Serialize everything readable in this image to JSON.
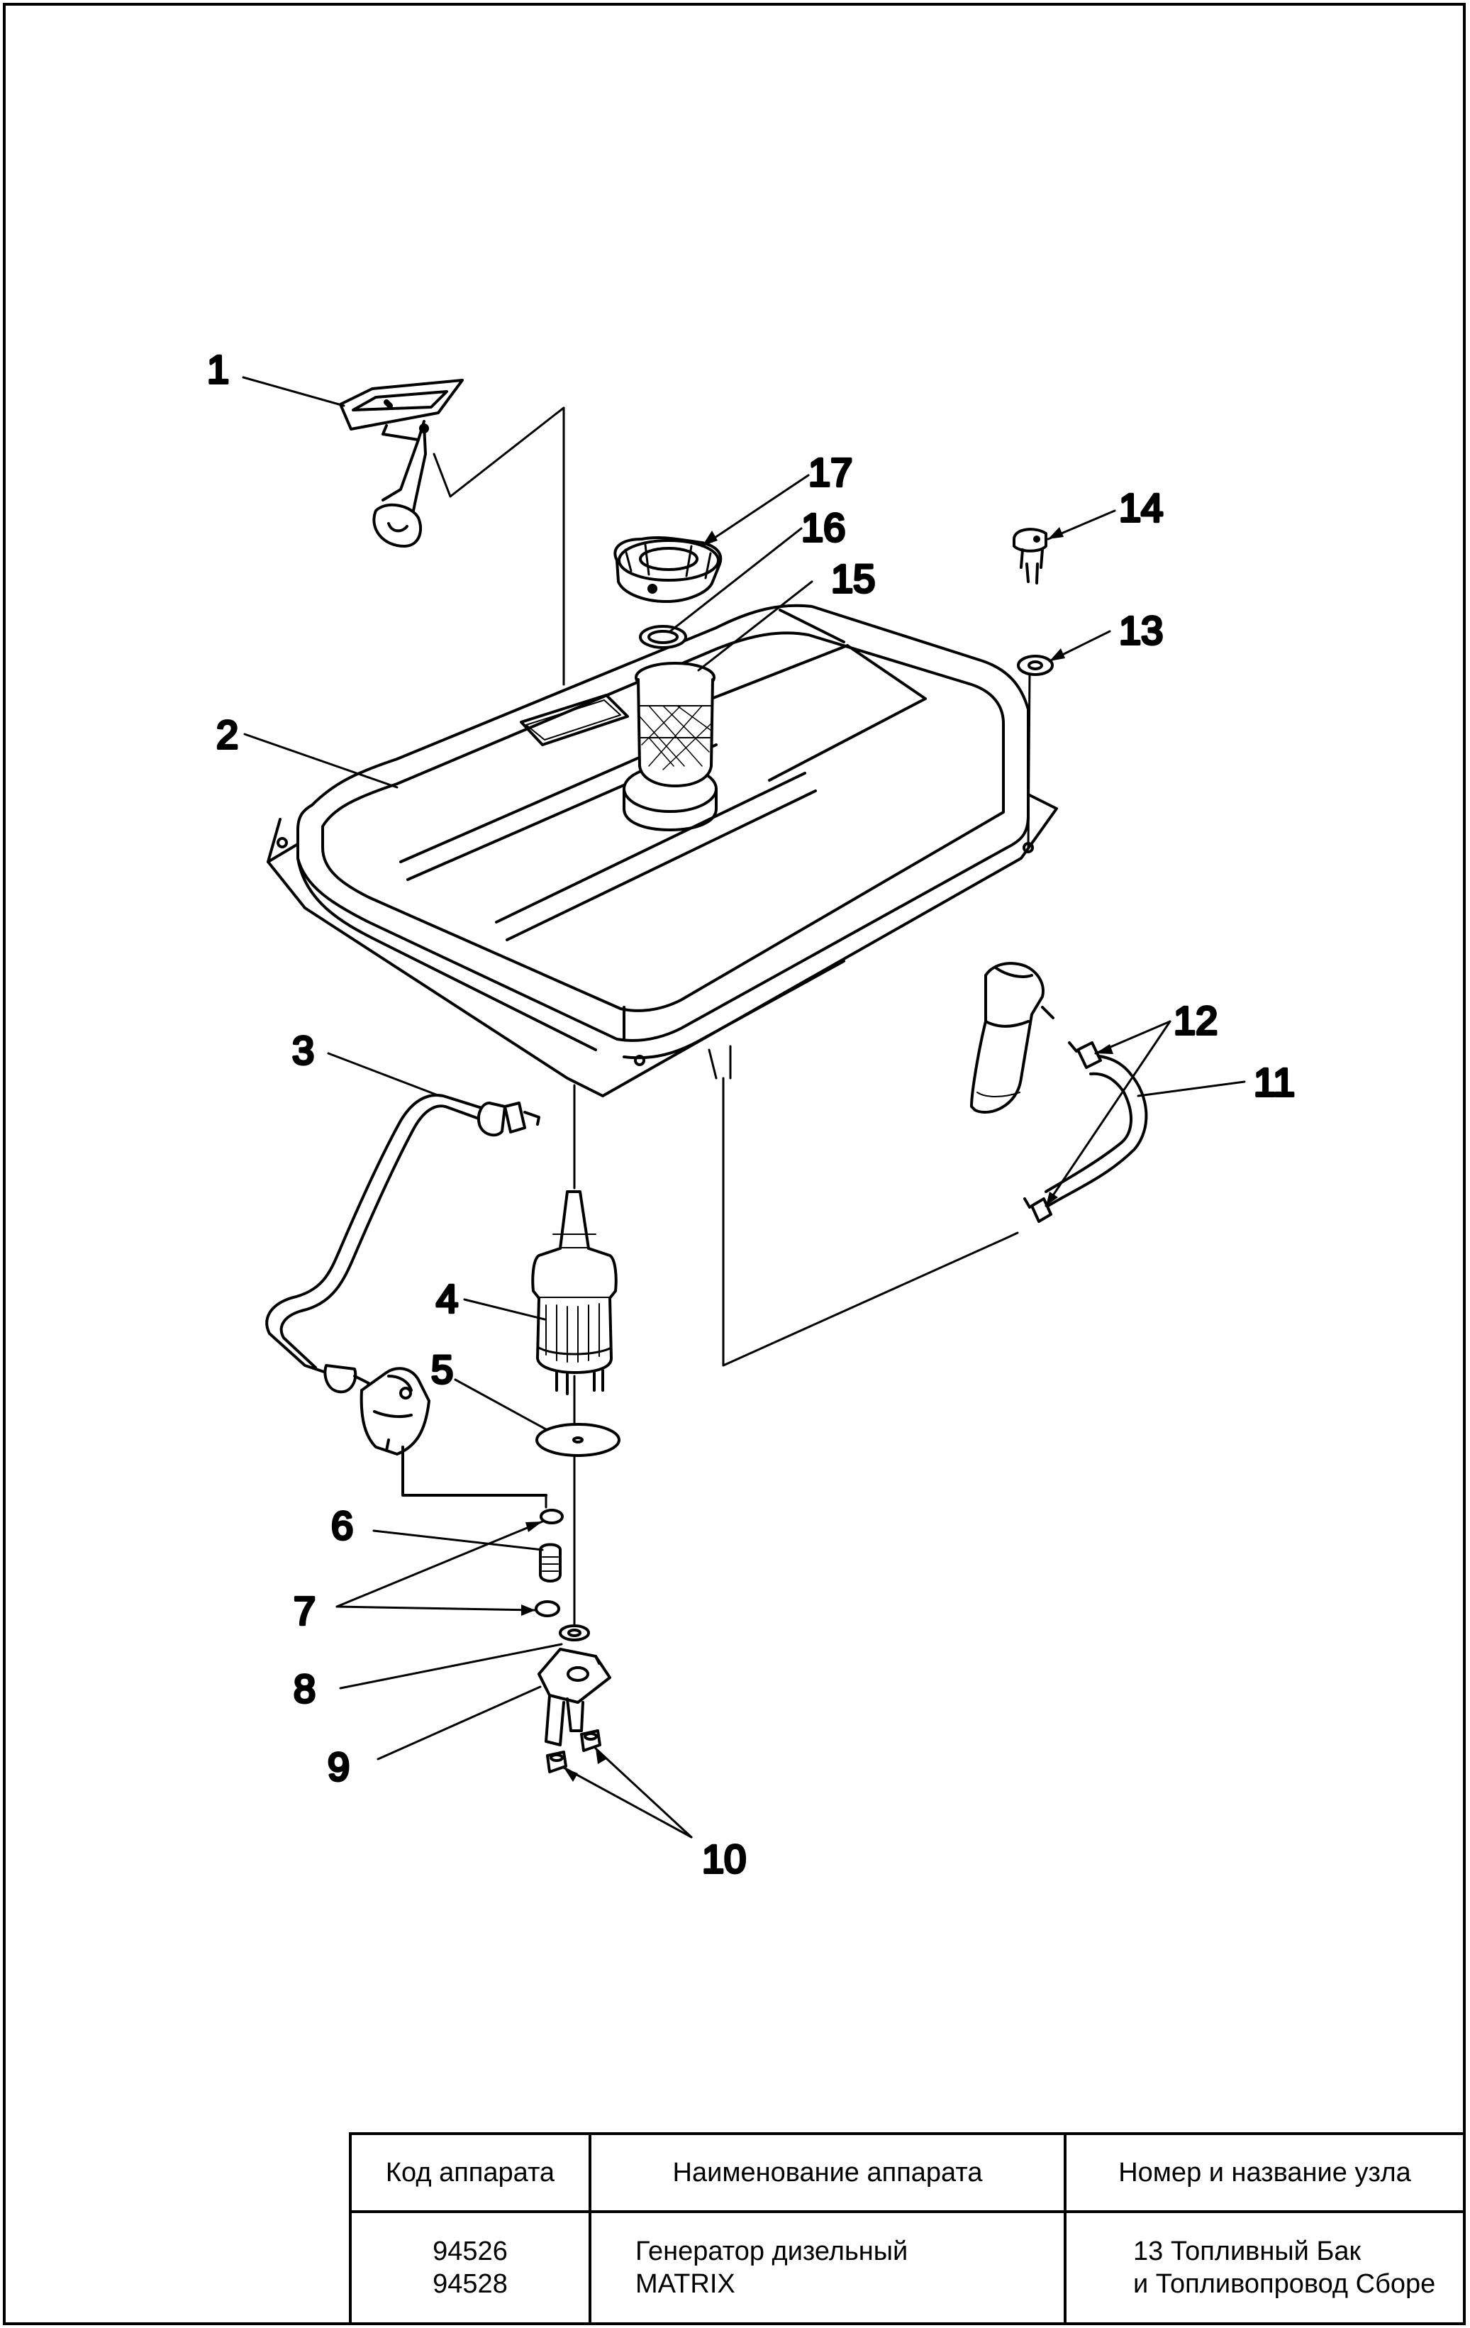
{
  "callouts": [
    "1",
    "2",
    "3",
    "4",
    "5",
    "6",
    "7",
    "8",
    "9",
    "10",
    "11",
    "12",
    "13",
    "14",
    "15",
    "16",
    "17"
  ],
  "title_block": {
    "headers": {
      "code": "Код аппарата",
      "name": "Наименование аппарата",
      "unit": "Номер и название узла"
    },
    "values": {
      "code_line1": "94526",
      "code_line2": "94528",
      "name_line1": "Генератор дизельный",
      "name_line2": "MATRIX",
      "unit_line1": "13 Топливный Бак",
      "unit_line2": "и Топливопровод Сборе"
    }
  }
}
